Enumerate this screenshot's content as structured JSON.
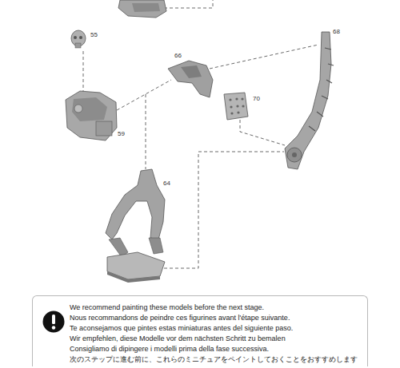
{
  "diagram": {
    "nodes": [
      {
        "text": [
          "We recommend painting these models before the next stage.",
          "Nous recommandons de peindre ces figurines avant l'étape suivante.",
          "Te aconsejamos que pintes estas miniaturas antes del siguiente paso.",
          "Wir empfehlen, diese Modelle vor dem nächsten Schritt zu bemalen",
          "Consigliamo di dipingere i modelli prima della fase successiva.",
          "次のステップに進む前に、これらのミニチュアをペイントしておくことをおすすめします"
        ]
      }
    ],
    "labels": [
      "68",
      "55",
      "66",
      "70",
      "59",
      "64"
    ]
  }
}
